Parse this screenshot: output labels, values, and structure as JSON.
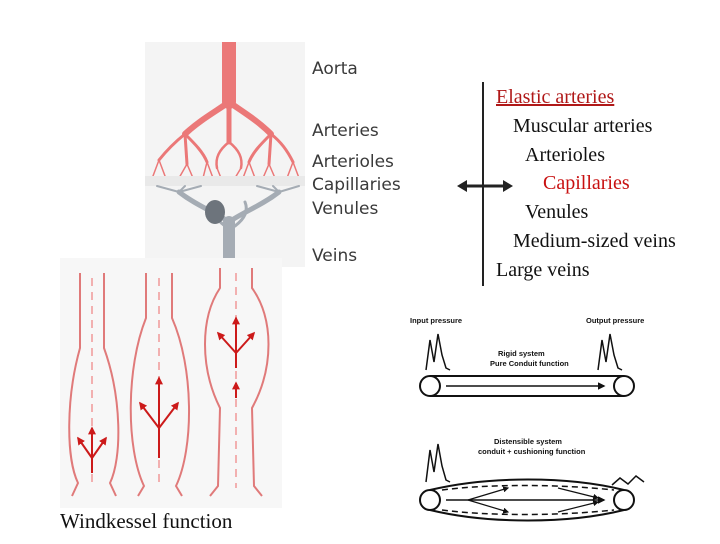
{
  "tree_labels": {
    "aorta": "Aorta",
    "arteries": "Arteries",
    "arterioles": "Arterioles",
    "capillaries": "Capillaries",
    "venules": "Venules",
    "veins": "Veins"
  },
  "vessel_list": {
    "title": "Elastic arteries",
    "items": [
      "Muscular arteries",
      "Arterioles",
      "Capillaries",
      "Venules",
      "Medium-sized veins",
      "Large veins"
    ]
  },
  "windkessel_caption": "Windkessel function",
  "pressure": {
    "input_label": "Input pressure",
    "output_label": "Output pressure",
    "rigid_title": "Rigid system",
    "rigid_sub": "Pure Conduit function",
    "distensible_title": "Distensible system",
    "distensible_sub": "conduit + cushioning function"
  },
  "colors": {
    "artery": "#e85a5a",
    "artery_light": "#f2a0a0",
    "vein": "#9aa3ad",
    "title_red": "#b01818",
    "arrow_red": "#cc1a1a"
  }
}
